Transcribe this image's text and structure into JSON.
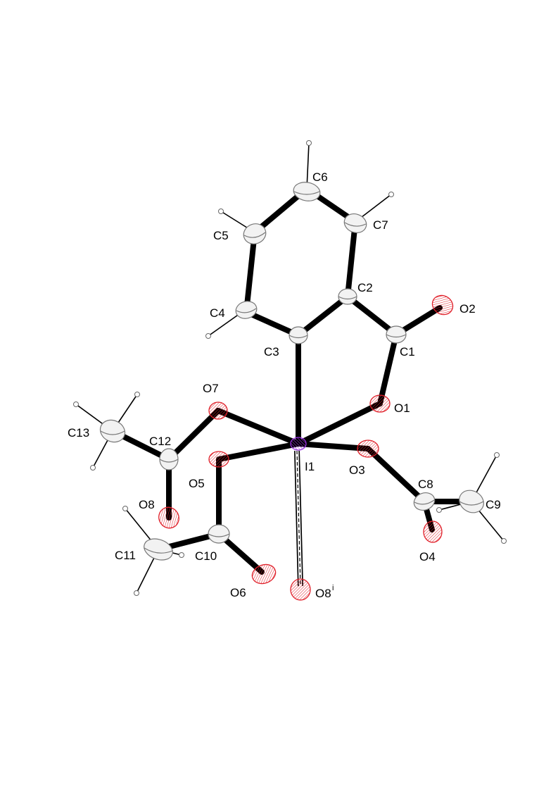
{
  "atoms": [
    {
      "label": "C6",
      "element": "C"
    },
    {
      "label": "C5",
      "element": "C"
    },
    {
      "label": "C7",
      "element": "C"
    },
    {
      "label": "C2",
      "element": "C"
    },
    {
      "label": "O2",
      "element": "O"
    },
    {
      "label": "C4",
      "element": "C"
    },
    {
      "label": "C1",
      "element": "C"
    },
    {
      "label": "C3",
      "element": "C"
    },
    {
      "label": "O7",
      "element": "O"
    },
    {
      "label": "O1",
      "element": "O"
    },
    {
      "label": "C13",
      "element": "C"
    },
    {
      "label": "C12",
      "element": "C"
    },
    {
      "label": "O5",
      "element": "O"
    },
    {
      "label": "I1",
      "element": "I"
    },
    {
      "label": "O3",
      "element": "O"
    },
    {
      "label": "C8",
      "element": "C"
    },
    {
      "label": "C9",
      "element": "C"
    },
    {
      "label": "O8",
      "element": "O"
    },
    {
      "label": "C11",
      "element": "C"
    },
    {
      "label": "C10",
      "element": "C"
    },
    {
      "label": "O4",
      "element": "O"
    },
    {
      "label": "O6",
      "element": "O"
    },
    {
      "label": "O8",
      "superscript": "i",
      "element": "O",
      "symmetry_generated": true
    }
  ],
  "bonds": [
    [
      "C3",
      "C2"
    ],
    [
      "C2",
      "C7"
    ],
    [
      "C7",
      "C6"
    ],
    [
      "C6",
      "C5"
    ],
    [
      "C5",
      "C4"
    ],
    [
      "C4",
      "C3"
    ],
    [
      "C2",
      "C1"
    ],
    [
      "C1",
      "O2"
    ],
    [
      "C1",
      "O1"
    ],
    [
      "O1",
      "I1"
    ],
    [
      "C3",
      "I1"
    ],
    [
      "O7",
      "I1"
    ],
    [
      "O5",
      "I1"
    ],
    [
      "O3",
      "I1"
    ],
    [
      "O7",
      "C12"
    ],
    [
      "C12",
      "C13"
    ],
    [
      "C12",
      "O8"
    ],
    [
      "O5",
      "C10"
    ],
    [
      "C10",
      "C11"
    ],
    [
      "C10",
      "O6"
    ],
    [
      "O3",
      "C8"
    ],
    [
      "C8",
      "C9"
    ],
    [
      "C8",
      "O4"
    ]
  ],
  "interactions": [
    {
      "from": "I1",
      "to": "O8",
      "to_superscript": "i",
      "style": "dashed"
    }
  ],
  "colors": {
    "carbon_fill": "#f2f2f2",
    "carbon_outline": "#777777",
    "oxygen": "#e0202a",
    "iodine": "#9a30e0",
    "bond": "#000000",
    "hydrogen": "#ffffff"
  }
}
